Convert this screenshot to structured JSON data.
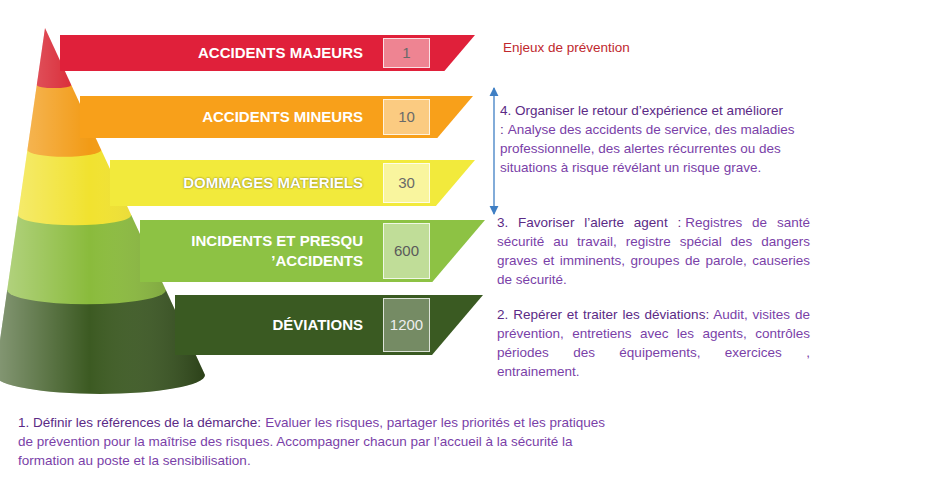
{
  "diagram": {
    "nodes": [
      {
        "text": [
          "ACCIDENTS MAJEURS"
        ]
      },
      {
        "text": [
          "1"
        ],
        "in": 0
      },
      {
        "text": [
          "ACCIDENTS MINEURS"
        ]
      },
      {
        "text": [
          "10"
        ],
        "in": 2
      },
      {
        "text": [
          "DOMMAGES MATERIELS"
        ]
      },
      {
        "text": [
          "30"
        ],
        "in": 4
      },
      {
        "text": [
          "INCIDENTS ET PRESQU ’ACCIDENTS"
        ]
      },
      {
        "text": [
          "600"
        ],
        "in": 6
      },
      {
        "text": [
          "DÉVIATIONS"
        ]
      },
      {
        "text": [
          "1200"
        ],
        "in": 8
      }
    ],
    "labels": [
      "Enjeux de prévention",
      "4. Organiser le retour d’expérience et améliorer :",
      "Analyse des accidents de service, des maladies professionnelle, des alertes récurrentes ou des situations à risque révélant un risque grave.",
      "3. Favoriser l’alerte agent :",
      "Registres de santé sécurité au travail, registre spécial des dangers graves et imminents, groupes de parole, causeries de sécurité.",
      "2. Repérer et traiter les déviations:",
      "Audit, visites de prévention, entretiens avec les agents, contrôles périodes des équipements, exercices , entrainement.",
      "1. Définir les références de la démarche:",
      "Evaluer les risques, partager les priorités et les pratiques de prévention pour la maîtrise des risques. Accompagner chacun par l’accueil à la sécurité la formation au poste et la sensibilisation."
    ]
  }
}
